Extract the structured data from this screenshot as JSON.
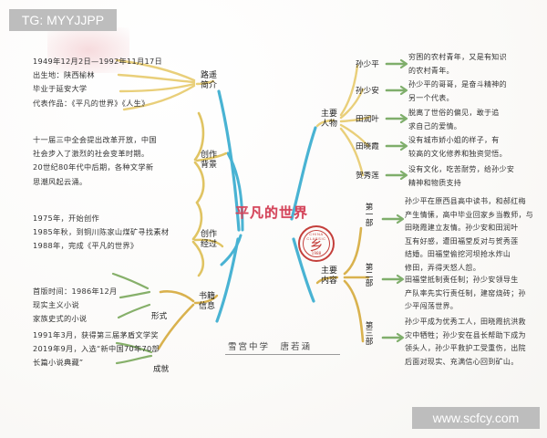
{
  "watermarks": {
    "tg_tag": "TG: MYYJJPP",
    "site_url": "www.scfcy.com"
  },
  "mindmap": {
    "center_title": "平凡的世界",
    "seal": {
      "glyph": "乡",
      "year": "1988",
      "arc": "CHINA CLASSIC"
    },
    "signature": "雪宫中学　唐若涵",
    "left_branches": [
      {
        "label": "路遥\n简介",
        "color": "#e8c86a",
        "content": "1949年12月2日—1992年11月17日\n出生地：陕西榆林\n毕业于延安大学\n代表作品：《平凡的世界》《人生》"
      },
      {
        "label": "创作\n背景",
        "color": "#e8c86a",
        "content": "十一届三中全会提出改革开放，中国\n社会步入了激烈的社会变革时期。\n20世纪80年代中后期，各种文学新\n思潮风起云涌。"
      },
      {
        "label": "创作\n经过",
        "color": "#e8c86a",
        "content": "1975年，开始创作\n1985年秋，到铜川陈家山煤矿寻找素材\n1988年，完成《平凡的世界》"
      },
      {
        "label": "书籍\n信息",
        "color": "#cfa93f",
        "sub": [
          {
            "label": "形式",
            "color": "#7fae6b",
            "content": "首版时间：1986年12月\n现实主义小说\n家族史式的小说"
          },
          {
            "label": "成就",
            "color": "#7fae6b",
            "content": "1991年3月，获得第三届茅盾文学奖\n2019年9月，入选“新中国70年70部\n长篇小说典藏”"
          }
        ]
      }
    ],
    "right_branches": [
      {
        "label": "主要\n人物",
        "color": "#e8c86a",
        "items": [
          {
            "name": "孙少平",
            "desc": "穷困的农村青年，又是有知识\n的农村青年。"
          },
          {
            "name": "孙少安",
            "desc": "孙少平的哥哥，是奋斗精神的\n另一个代表。"
          },
          {
            "name": "田润叶",
            "desc": "脱离了世俗的偏见，敢于追\n求自己的爱情。"
          },
          {
            "name": "田晓霞",
            "desc": "没有城市娇小姐的样子，有\n较高的文化修养和独资觉悟。"
          },
          {
            "name": "贺秀莲",
            "desc": "没有文化，吃苦耐劳，给孙少安\n精神和物质支持"
          }
        ]
      },
      {
        "label": "主要\n内容",
        "color": "#cfa93f",
        "items": [
          {
            "name": "第一部",
            "desc": "孙少平在原西县高中读书，和郝红梅\n产生情愫，高中毕业回家乡当教师，与\n田晓霞建立友情。孙少安和田润叶\n互有好感，遭田福堂反对与贺秀莲\n结婚。田福堂偷挖河坝抢水炸山\n修田，弄得天怒人怨。"
          },
          {
            "name": "第二部",
            "desc": "田福堂抵制责任制；孙少安领导生\n产队率先实行责任制，建窑烧砖；孙\n少平闯荡世界。"
          },
          {
            "name": "第三部",
            "desc": "孙少平成为优秀工人，田晓霞抗洪救\n灾中牺牲；孙少安在县长帮助下成为\n领头人，孙少平救护工受重伤，出院\n后面对现实、充满信心回到矿山。"
          }
        ]
      }
    ]
  }
}
